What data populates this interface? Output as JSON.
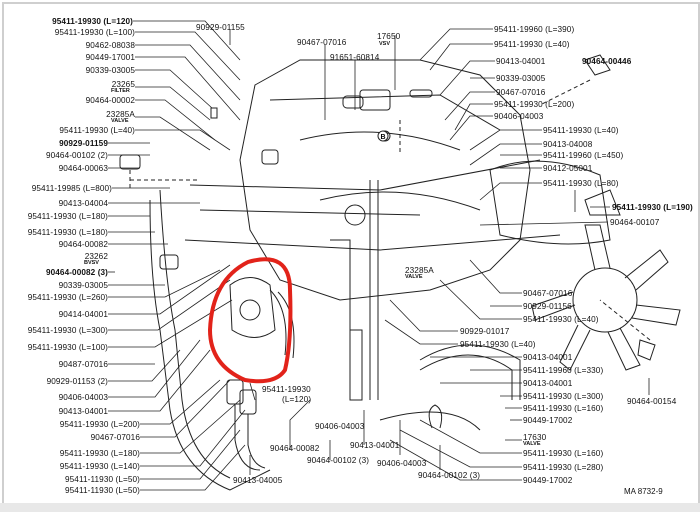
{
  "diagram": {
    "code": "MA 8732-9",
    "highlight_color": "#e2231a",
    "callout_letter": "B",
    "left_labels": [
      {
        "text": "95411-19930 (L=120)",
        "bold": true
      },
      {
        "text": "95411-19930 (L=100)"
      },
      {
        "text": "90462-08038"
      },
      {
        "text": "90449-17001"
      },
      {
        "text": "90339-03005"
      },
      {
        "text": "23265",
        "sub": "FILTER"
      },
      {
        "text": "90464-00002"
      },
      {
        "text": "23285A",
        "sub": "VALVE"
      },
      {
        "text": "95411-19930 (L=40)"
      },
      {
        "text": "90929-01159",
        "bold": true
      },
      {
        "text": "90464-00102 (2)"
      },
      {
        "text": "90464-00063"
      },
      {
        "text": "95411-19985 (L=800)"
      },
      {
        "text": "90413-04004"
      },
      {
        "text": "95411-19930 (L=180)"
      },
      {
        "text": "95411-19930 (L=180)"
      },
      {
        "text": "90464-00082"
      },
      {
        "text": "23262",
        "sub": "BVSV"
      },
      {
        "text": "90464-00082 (3)",
        "bold": true
      },
      {
        "text": "90339-03005"
      },
      {
        "text": "95411-19930 (L=260)"
      },
      {
        "text": "90414-04001"
      },
      {
        "text": "95411-19930 (L=300)"
      },
      {
        "text": "95411-19930 (L=100)"
      },
      {
        "text": "90487-07016"
      },
      {
        "text": "90929-01153 (2)"
      },
      {
        "text": "90406-04003"
      },
      {
        "text": "90413-04001"
      },
      {
        "text": "95411-19930 (L=200)"
      },
      {
        "text": "90467-07016"
      },
      {
        "text": "95411-19930 (L=180)"
      },
      {
        "text": "95411-19930 (L=140)"
      },
      {
        "text": "95411-11930 (L=50)"
      },
      {
        "text": "95411-11930 (L=50)"
      }
    ],
    "top_labels": [
      {
        "text": "90929-01155"
      },
      {
        "text": "90467-07016"
      },
      {
        "text": "91651-60814"
      },
      {
        "text": "17650",
        "sub": "VSV"
      }
    ],
    "right_labels": [
      {
        "text": "95411-19960 (L=390)"
      },
      {
        "text": "95411-19930 (L=40)"
      },
      {
        "text": "90413-04001"
      },
      {
        "text": "90339-03005"
      },
      {
        "text": "90467-07016"
      },
      {
        "text": "95411-19930 (L=200)"
      },
      {
        "text": "90406-04003"
      },
      {
        "text": "95411-19930 (L=40)"
      },
      {
        "text": "90413-04008"
      },
      {
        "text": "95411-19960 (L=450)"
      },
      {
        "text": "90412-05001"
      },
      {
        "text": "95411-19930 (L=80)"
      },
      {
        "text": "95411-19930 (L=190)",
        "bold": true
      },
      {
        "text": "90464-00107"
      },
      {
        "text": "90464-00446",
        "bold": true
      },
      {
        "text": "90467-07016"
      },
      {
        "text": "90929-01156"
      },
      {
        "text": "95411-19930 (L=40)"
      },
      {
        "text": "23285A",
        "sub": "VALVE"
      },
      {
        "text": "90929-01017"
      },
      {
        "text": "95411-19930 (L=40)"
      },
      {
        "text": "90413-04001"
      },
      {
        "text": "95411-19960 (L=330)"
      },
      {
        "text": "90413-04001"
      },
      {
        "text": "95411-19930 (L=300)"
      },
      {
        "text": "95411-19930 (L=160)"
      },
      {
        "text": "90449-17002"
      },
      {
        "text": "17630",
        "sub": "VALVE"
      },
      {
        "text": "95411-19930 (L=160)"
      },
      {
        "text": "95411-19930 (L=280)"
      },
      {
        "text": "90449-17002"
      },
      {
        "text": "90464-00154"
      }
    ],
    "bottom_labels": [
      {
        "text": "95411-19930",
        "sub2": "(L=120)"
      },
      {
        "text": "90406-04003"
      },
      {
        "text": "90464-00082"
      },
      {
        "text": "90413-04001"
      },
      {
        "text": "90464-00102 (3)"
      },
      {
        "text": "90406-04003"
      },
      {
        "text": "90464-00102 (3)"
      },
      {
        "text": "90413-04005"
      }
    ]
  }
}
